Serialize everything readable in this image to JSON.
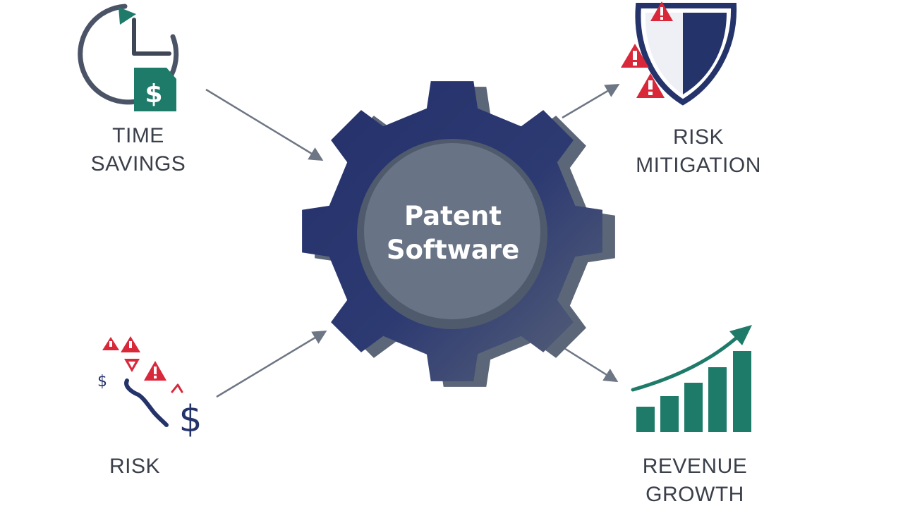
{
  "center": {
    "line1": "Patent",
    "line2": "Software"
  },
  "nodes": {
    "time_savings": {
      "line1": "TIME",
      "line2": "SAVINGS"
    },
    "risk_mitigation": {
      "line1": "RISK",
      "line2": "MITIGATION"
    },
    "risk": {
      "line1": "RISK"
    },
    "revenue_growth": {
      "line1": "REVENUE",
      "line2": "GROWTH"
    }
  },
  "icon_text": {
    "dollar": "$"
  },
  "colors": {
    "navy": "#25336b",
    "slate": "#5b6678",
    "slate_dark": "#474f5e",
    "teal": "#1e7a69",
    "red": "#d8283a",
    "text": "#3a3f4a",
    "arrow": "#6d7684"
  },
  "icons": [
    "clock-icon",
    "dollar-bill-icon",
    "shield-icon",
    "warning-icon",
    "broken-graph-icon",
    "bar-chart-icon",
    "trend-arrow-icon",
    "gear-icon"
  ]
}
